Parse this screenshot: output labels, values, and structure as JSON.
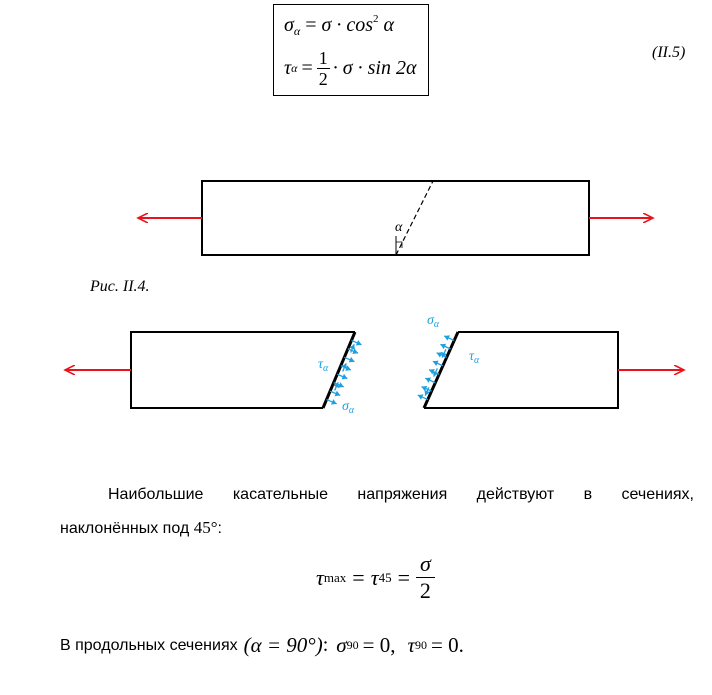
{
  "formula_box": {
    "line1": {
      "lhs": "σ",
      "lhs_sub": "α",
      "eq": "=",
      "rhs": "σ · cos",
      "rhs_sup": "2",
      "rhs_end": "α"
    },
    "line2": {
      "lhs": "τ",
      "lhs_sub": "α",
      "eq": "=",
      "num": "1",
      "den": "2",
      "rhs": "· σ · sin 2α"
    }
  },
  "equation_number": "(II.5)",
  "figure1": {
    "angle_label": "α"
  },
  "figure_caption": "Рис. II.4.",
  "figure2": {
    "left_sigma": "σ",
    "left_sigma_sub": "α",
    "left_tau": "τ",
    "left_tau_sub": "α",
    "right_sigma": "σ",
    "right_sigma_sub": "α",
    "right_tau": "τ",
    "right_tau_sub": "α"
  },
  "paragraph": {
    "line1_words": [
      "Наибольшие",
      "касательные",
      "напряжения",
      "действуют",
      "в",
      "сечениях,"
    ],
    "line2_text": "наклонённых под",
    "line2_math": "45°",
    "line2_end": ":"
  },
  "tau_max_formula": {
    "tau": "τ",
    "max_sub": "max",
    "eq1": "=",
    "tau45": "τ",
    "sub45": "45",
    "eq2": "=",
    "num": "σ",
    "den": "2"
  },
  "last_line": {
    "text": "В продольных сечениях",
    "paren": "(α = 90°)",
    "colon": ":",
    "sigma": "σ",
    "sigma_sub": "90",
    "sigma_eq": "= 0,",
    "tau": "τ",
    "tau_sub": "90",
    "tau_eq": "= 0."
  },
  "colors": {
    "arrow_red": "#e8141c",
    "stress_blue": "#1ea0e0"
  }
}
